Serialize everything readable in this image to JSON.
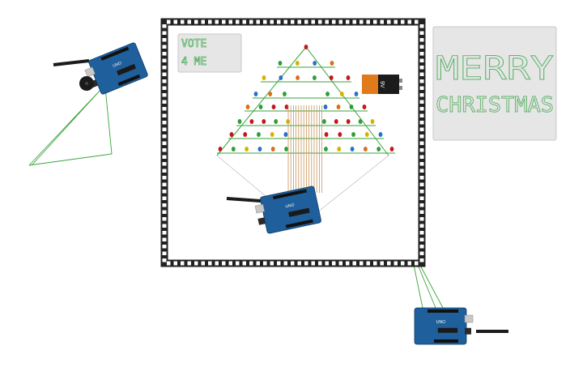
{
  "canvas": {
    "background": "#ffffff"
  },
  "colors": {
    "wire": "#3aa33a",
    "breadboard": "#e6e6e6",
    "arduino_blue": "#1f5f9c",
    "frame_dark": "#222222",
    "battery_orange": "#e07a1a",
    "battery_black": "#1b1b1b",
    "led_red": "#c4161c",
    "led_green": "#2e9e3a",
    "led_yellow": "#d9b100",
    "led_blue": "#2a6fc9",
    "led_orange": "#e06a1a",
    "resistor": "#c8955a",
    "segment_green": "#5fb36a"
  },
  "boards": {
    "left": {
      "label": "UNO"
    },
    "center": {
      "label": "UNO"
    },
    "bottom_right": {
      "label": "UNO"
    }
  },
  "battery": {
    "label": "9V"
  },
  "small_breadboard": {
    "lines": [
      "VOTE",
      "4 ME"
    ]
  },
  "large_breadboard": {
    "lines": [
      "MERRY",
      "CHRISTMAS"
    ]
  }
}
